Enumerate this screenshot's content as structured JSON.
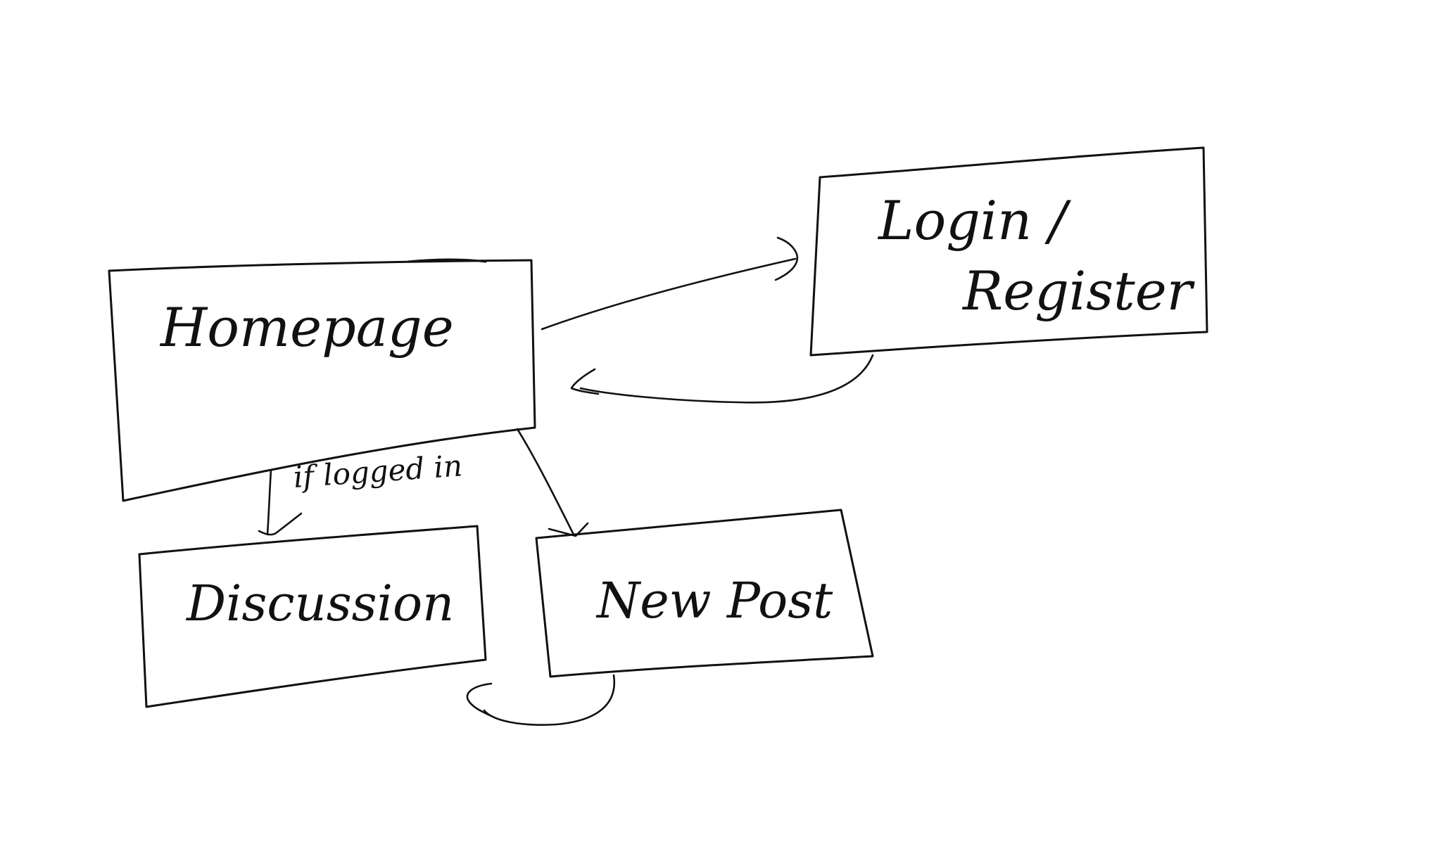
{
  "nodes": {
    "homepage": "Homepage",
    "login_line1": "Login /",
    "login_line2": "Register",
    "discussion": "Discussion",
    "new_post": "New Post"
  },
  "edges": {
    "homepage_to_discussion_condition": "if logged in"
  },
  "colors": {
    "ink": "#111111",
    "paper": "#ffffff"
  }
}
